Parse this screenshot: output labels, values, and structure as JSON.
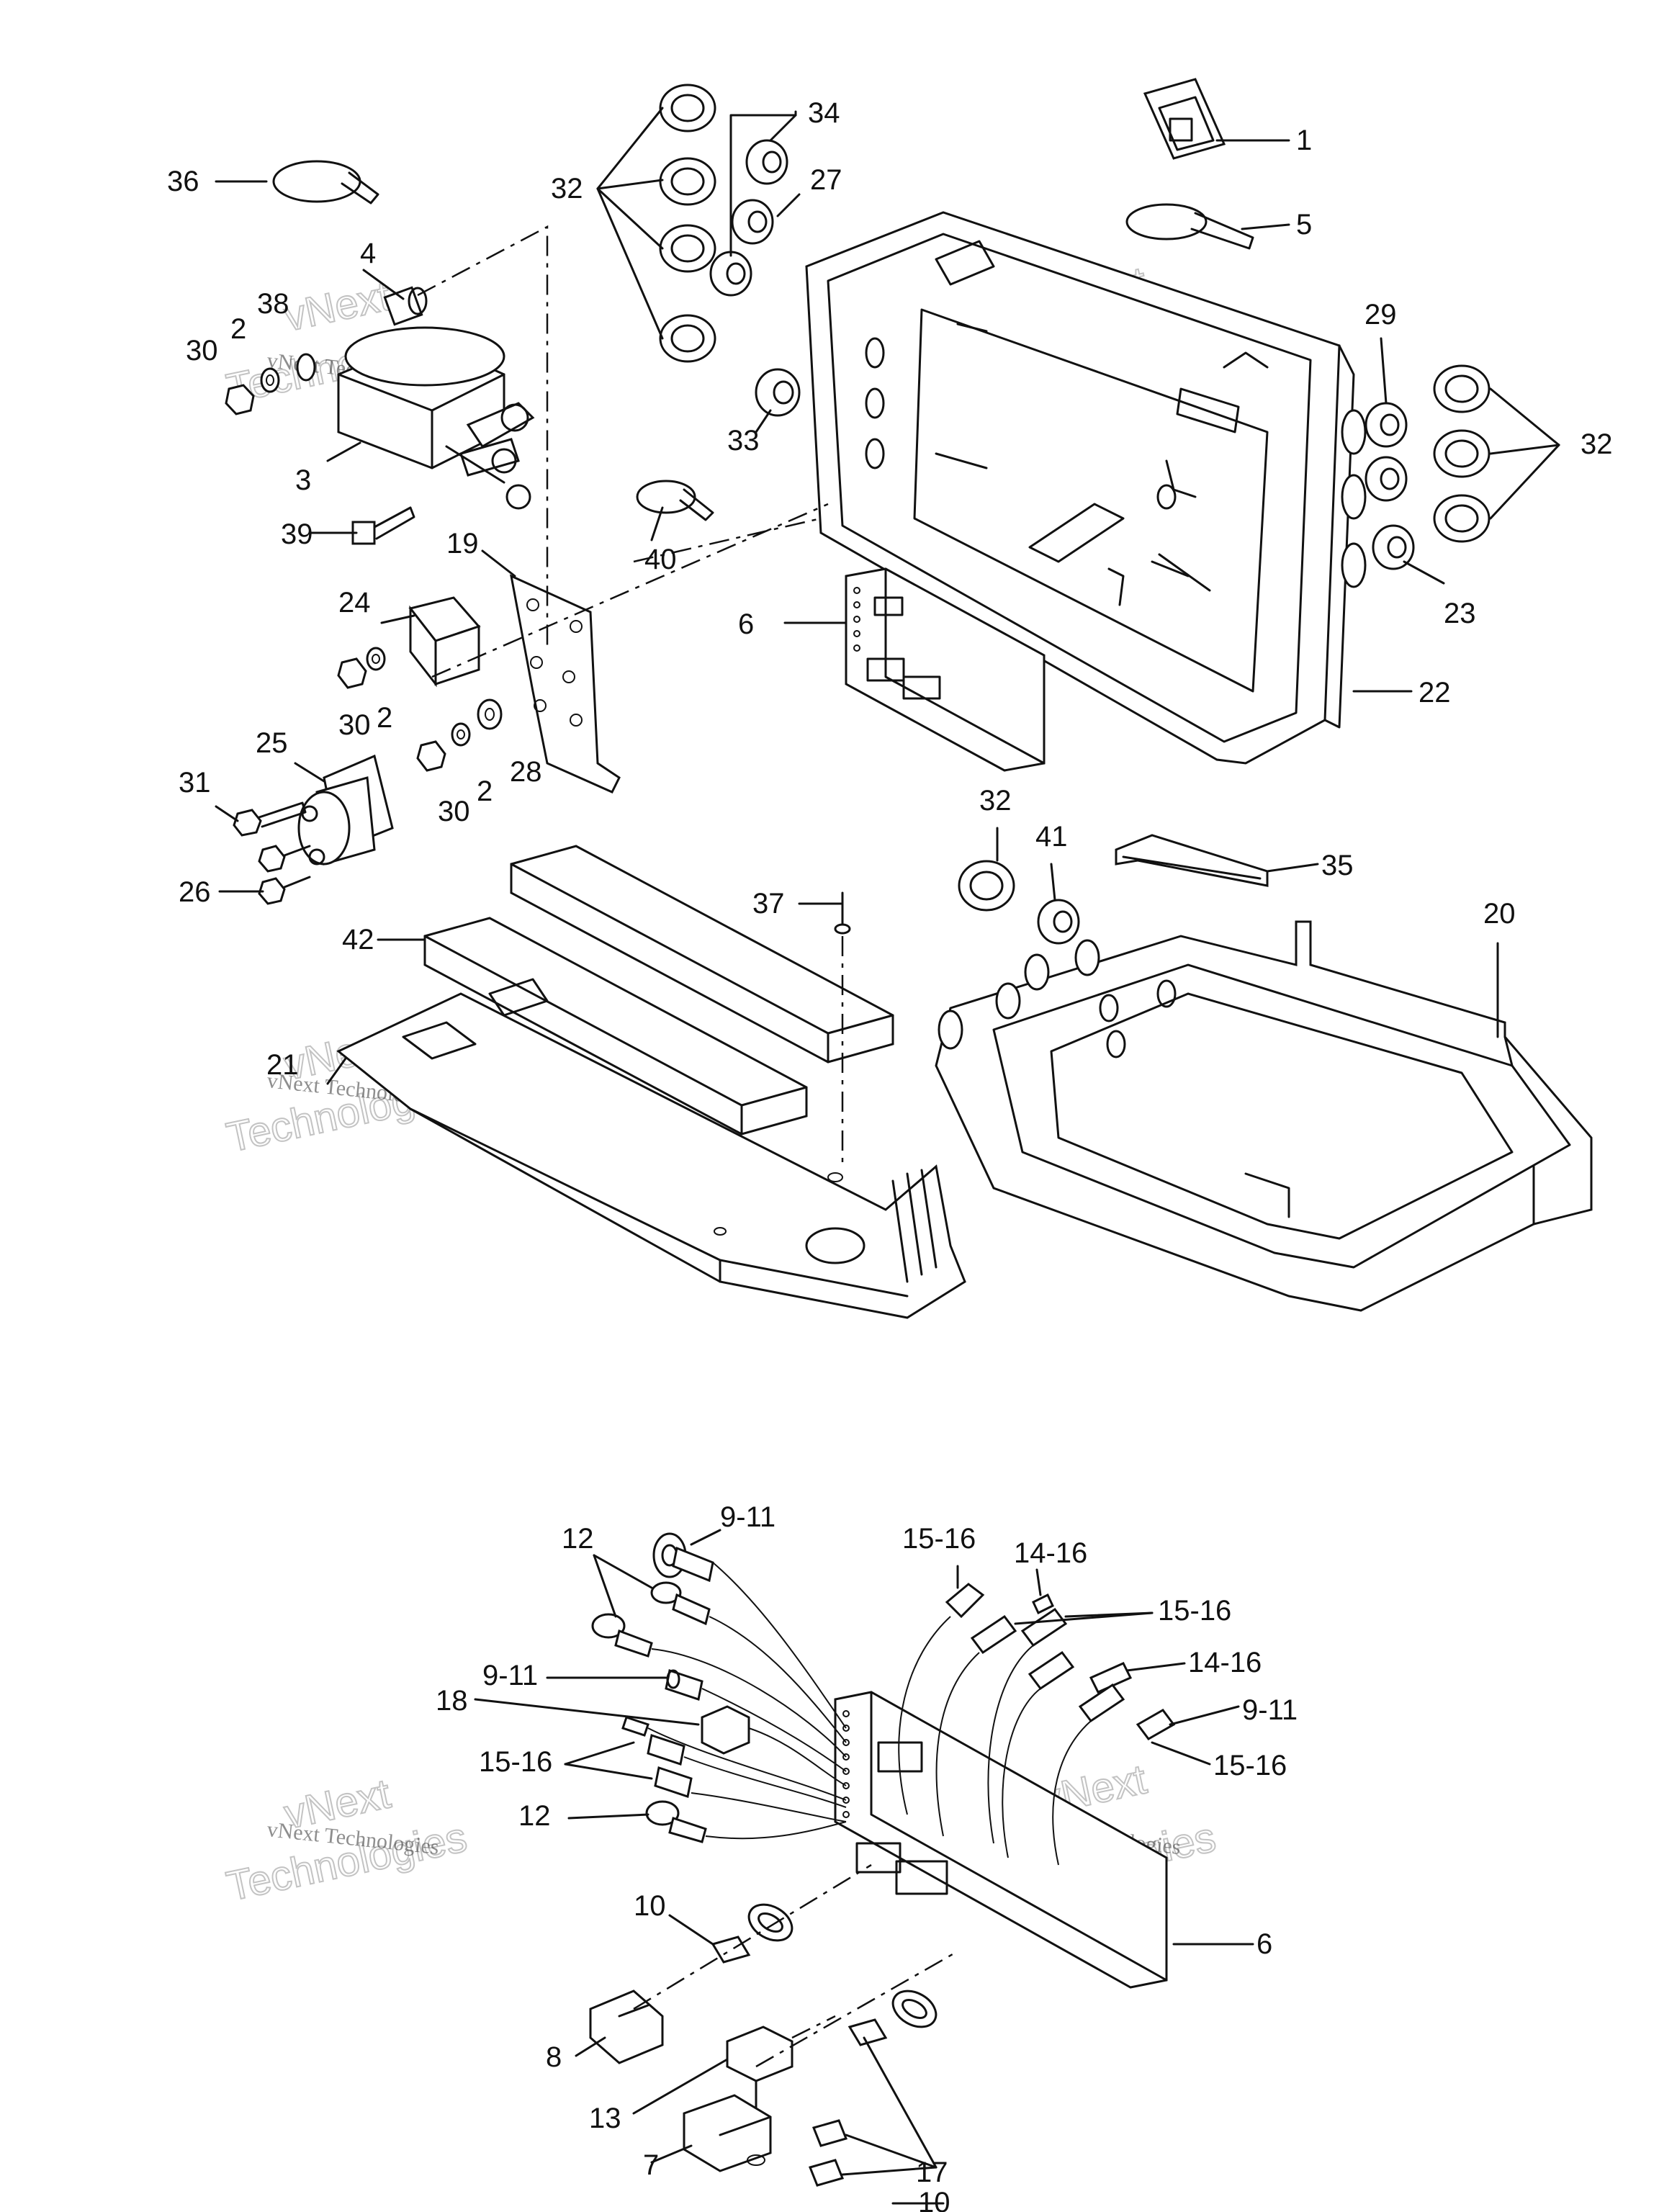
{
  "watermark": {
    "line1": "vNext",
    "line2": "vNext Technologies",
    "line3": "Technologies"
  },
  "callouts": {
    "c1": "1",
    "c2a": "2",
    "c2b": "2",
    "c2c": "2",
    "c3": "3",
    "c4": "4",
    "c5": "5",
    "c6a": "6",
    "c6b": "6",
    "c7": "7",
    "c8": "8",
    "c9_11a": "9-11",
    "c9_11b": "9-11",
    "c9_11c": "9-11",
    "c10a": "10",
    "c10b": "10",
    "c12a": "12",
    "c12b": "12",
    "c13": "13",
    "c14_16a": "14-16",
    "c14_16b": "14-16",
    "c15_16a": "15-16",
    "c15_16b": "15-16",
    "c15_16c": "15-16",
    "c15_16d": "15-16",
    "c17": "17",
    "c18": "18",
    "c19": "19",
    "c20": "20",
    "c21": "21",
    "c22": "22",
    "c23": "23",
    "c24": "24",
    "c25": "25",
    "c26": "26",
    "c27": "27",
    "c28": "28",
    "c29": "29",
    "c30a": "30",
    "c30b": "30",
    "c30c": "30",
    "c31": "31",
    "c32a": "32",
    "c32b": "32",
    "c32c": "32",
    "c33": "33",
    "c34": "34",
    "c35": "35",
    "c36": "36",
    "c37": "37",
    "c38": "38",
    "c39": "39",
    "c40": "40",
    "c41": "41",
    "c42": "42"
  }
}
